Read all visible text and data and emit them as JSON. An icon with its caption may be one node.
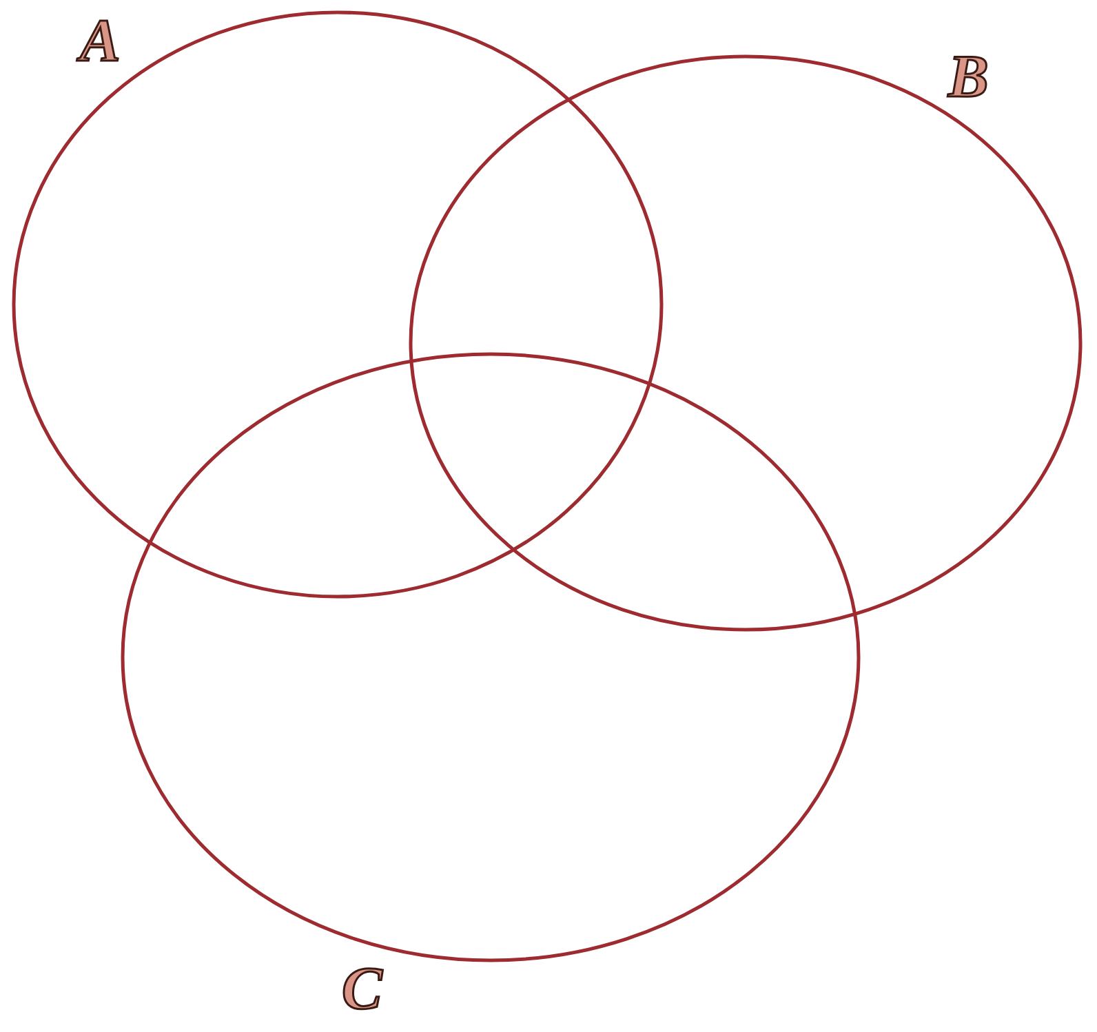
{
  "diagram": {
    "nodes": [
      {
        "text": [
          "A"
        ]
      },
      {
        "text": [
          "B"
        ]
      },
      {
        "text": [
          "C"
        ]
      }
    ]
  }
}
